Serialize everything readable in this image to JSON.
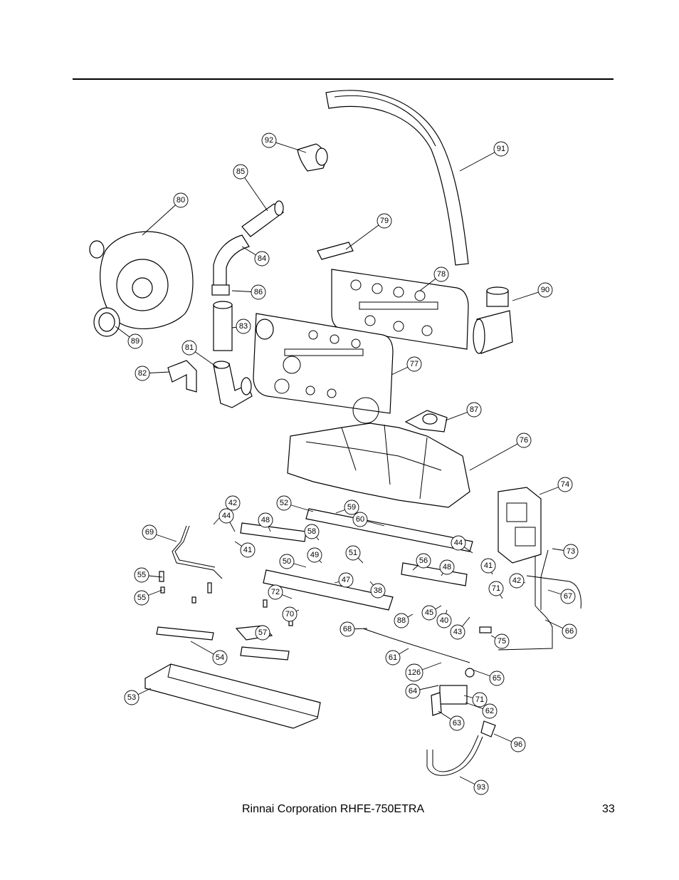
{
  "footer": {
    "document": "Rinnai Corporation RHFE-750ETRA",
    "page_number": "33"
  },
  "callouts": [
    {
      "label": "92"
    },
    {
      "label": "91"
    },
    {
      "label": "85"
    },
    {
      "label": "80"
    },
    {
      "label": "79"
    },
    {
      "label": "84"
    },
    {
      "label": "78"
    },
    {
      "label": "86"
    },
    {
      "label": "90"
    },
    {
      "label": "83"
    },
    {
      "label": "89"
    },
    {
      "label": "81"
    },
    {
      "label": "77"
    },
    {
      "label": "82"
    },
    {
      "label": "87"
    },
    {
      "label": "76"
    },
    {
      "label": "74"
    },
    {
      "label": "42"
    },
    {
      "label": "52"
    },
    {
      "label": "59"
    },
    {
      "label": "44"
    },
    {
      "label": "60"
    },
    {
      "label": "48"
    },
    {
      "label": "69"
    },
    {
      "label": "58"
    },
    {
      "label": "41"
    },
    {
      "label": "44"
    },
    {
      "label": "73"
    },
    {
      "label": "51"
    },
    {
      "label": "49"
    },
    {
      "label": "50"
    },
    {
      "label": "56"
    },
    {
      "label": "41"
    },
    {
      "label": "48"
    },
    {
      "label": "55"
    },
    {
      "label": "47"
    },
    {
      "label": "71"
    },
    {
      "label": "42"
    },
    {
      "label": "67"
    },
    {
      "label": "38"
    },
    {
      "label": "55"
    },
    {
      "label": "72"
    },
    {
      "label": "45"
    },
    {
      "label": "70"
    },
    {
      "label": "88"
    },
    {
      "label": "40"
    },
    {
      "label": "66"
    },
    {
      "label": "68"
    },
    {
      "label": "43"
    },
    {
      "label": "57"
    },
    {
      "label": "75"
    },
    {
      "label": "54"
    },
    {
      "label": "61"
    },
    {
      "label": "126"
    },
    {
      "label": "65"
    },
    {
      "label": "64"
    },
    {
      "label": "53"
    },
    {
      "label": "71"
    },
    {
      "label": "62"
    },
    {
      "label": "63"
    },
    {
      "label": "96"
    },
    {
      "label": "93"
    }
  ]
}
